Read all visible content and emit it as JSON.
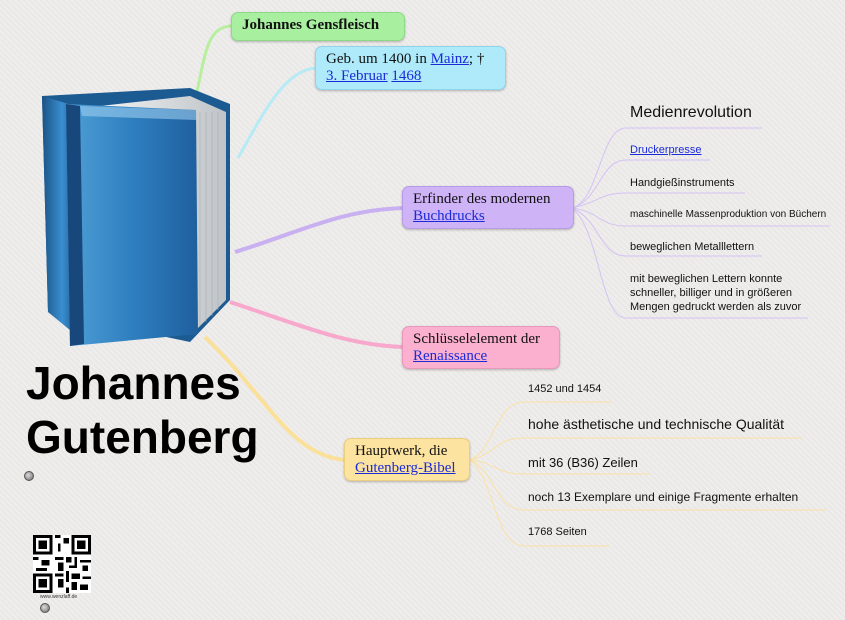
{
  "center": {
    "title_line1": "Johannes",
    "title_line2": "Gutenberg"
  },
  "topics": {
    "name": {
      "label": "Johannes Gensfleisch"
    },
    "birth": {
      "text1": "Geb. um 1400 in ",
      "link1": "Mainz",
      "text2": "; †",
      "link2": "3. Februar",
      "space": " ",
      "link3": "1468"
    },
    "inventor": {
      "line1": "Erfinder des modernen",
      "link": "Buchdrucks",
      "subtopics": [
        "Medienrevolution",
        "Druckerpresse",
        "Handgießinstruments",
        "maschinelle Massenproduktion von Büchern",
        "beweglichen Metalllettern",
        "mit beweglichen Lettern konnte schneller, billiger und in größeren Mengen gedruckt werden als zuvor"
      ]
    },
    "renaissance": {
      "line1": "Schlüsselelement der",
      "link": "Renaissance"
    },
    "bible": {
      "line1": "Hauptwerk, die",
      "link": "Gutenberg-Bibel",
      "subtopics": [
        "1452 und 1454",
        "hohe ästhetische und technische Qualität",
        "mit 36 (B36) Zeilen",
        "noch 13 Exemplare und einige Fragmente erhalten",
        "1768 Seiten"
      ]
    }
  },
  "footer": {
    "qr_caption": "www.wenzlaff.de"
  },
  "colors": {
    "green": "#a8f0a0",
    "cyan": "#aeeafa",
    "purple": "#cfb3f7",
    "pink": "#fbb0d0",
    "yellow": "#fde3a0"
  }
}
